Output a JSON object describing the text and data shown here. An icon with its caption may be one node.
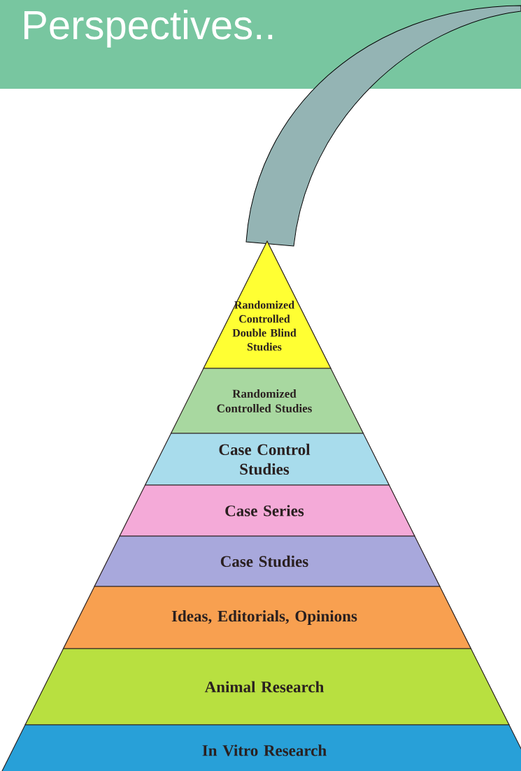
{
  "diagram": {
    "title": "Perspectives..",
    "nodes": [
      {
        "text": [
          "Randomized Controlled Double Blind Studies"
        ]
      },
      {
        "text": [
          "Randomized Controlled Studies"
        ]
      },
      {
        "text": [
          "Case Control Studies"
        ]
      },
      {
        "text": [
          "Case Series"
        ]
      },
      {
        "text": [
          "Case Studies"
        ]
      },
      {
        "text": [
          "Ideas, Editorials, Opinions"
        ]
      },
      {
        "text": [
          "Animal Research"
        ]
      },
      {
        "text": [
          "In Vitro Research"
        ]
      }
    ]
  }
}
